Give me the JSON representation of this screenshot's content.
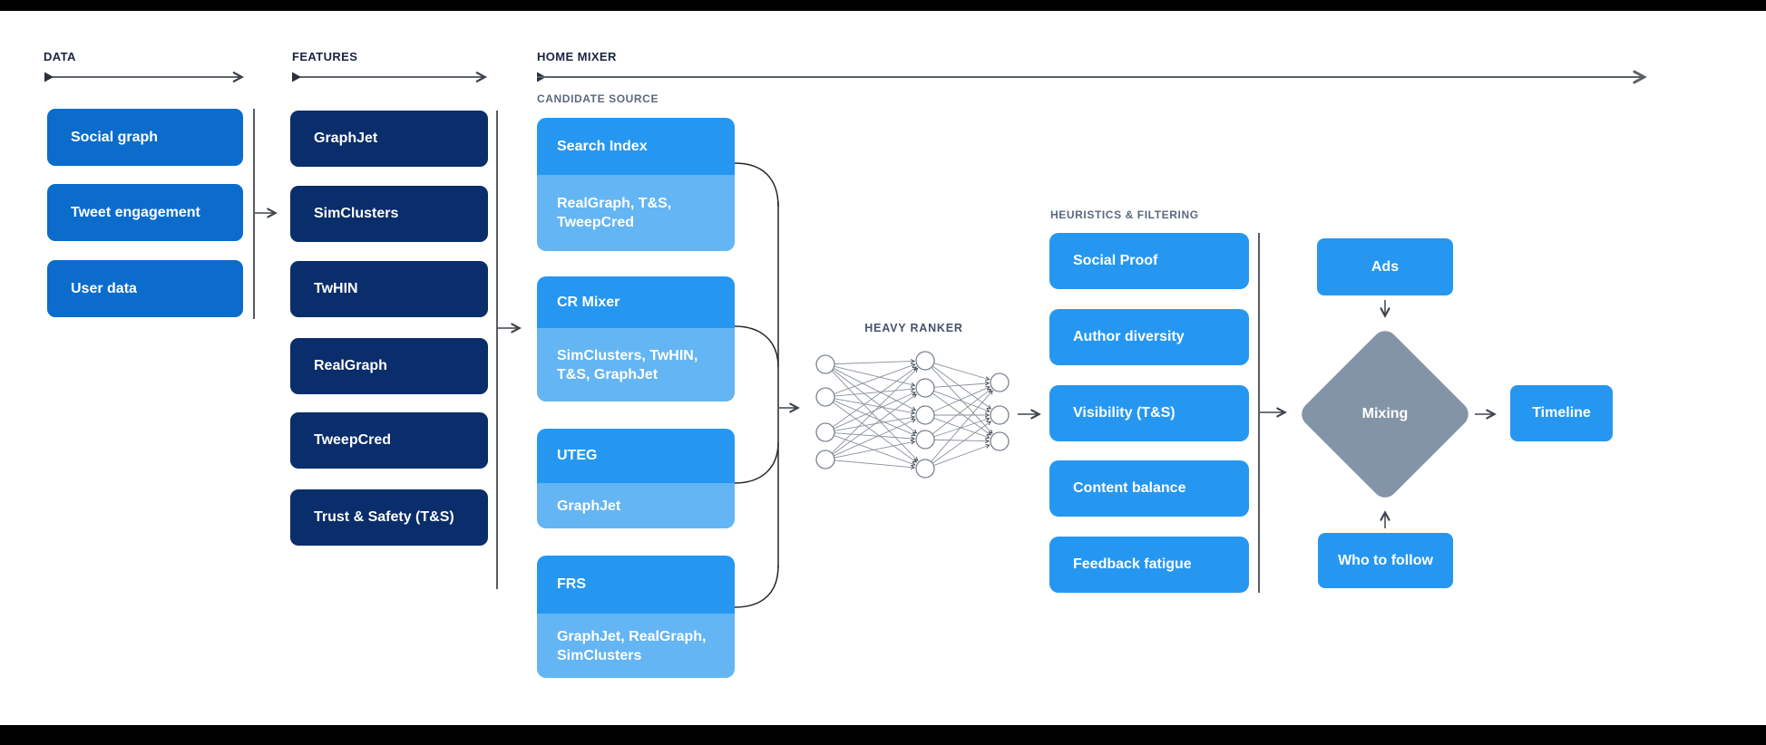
{
  "diagram": {
    "headers": {
      "data": "DATA",
      "features": "FEATURES",
      "home_mixer": "HOME MIXER"
    },
    "data_column": {
      "boxes": [
        "Social graph",
        "Tweet engagement",
        "User data"
      ]
    },
    "features_column": {
      "boxes": [
        "GraphJet",
        "SimClusters",
        "TwHIN",
        "RealGraph",
        "TweepCred",
        "Trust & Safety (T&S)"
      ]
    },
    "candidate_source": {
      "label": "CANDIDATE SOURCE",
      "sources": [
        {
          "name": "Search Index",
          "inputs": "RealGraph, T&S, TweepCred"
        },
        {
          "name": "CR Mixer",
          "inputs": "SimClusters, TwHIN, T&S, GraphJet"
        },
        {
          "name": "UTEG",
          "inputs": "GraphJet"
        },
        {
          "name": "FRS",
          "inputs": "GraphJet, RealGraph, SimClusters"
        }
      ]
    },
    "heavy_ranker": {
      "label": "HEAVY RANKER"
    },
    "heuristics": {
      "label": "HEURISTICS & FILTERING",
      "boxes": [
        "Social Proof",
        "Author diversity",
        "Visibility (T&S)",
        "Content balance",
        "Feedback fatigue"
      ]
    },
    "mixing_stage": {
      "ads": "Ads",
      "mixing": "Mixing",
      "who_to_follow": "Who to follow",
      "timeline": "Timeline"
    },
    "colors": {
      "data_box_blue": "#0b6ccb",
      "features_box_navy": "#0a2d6b",
      "primary_blue": "#2697f0",
      "light_blue": "#64b5f3",
      "mixing_diamond_gray": "#8394a7",
      "header_text": "#19253e",
      "subheader_text": "#5b6880"
    }
  }
}
